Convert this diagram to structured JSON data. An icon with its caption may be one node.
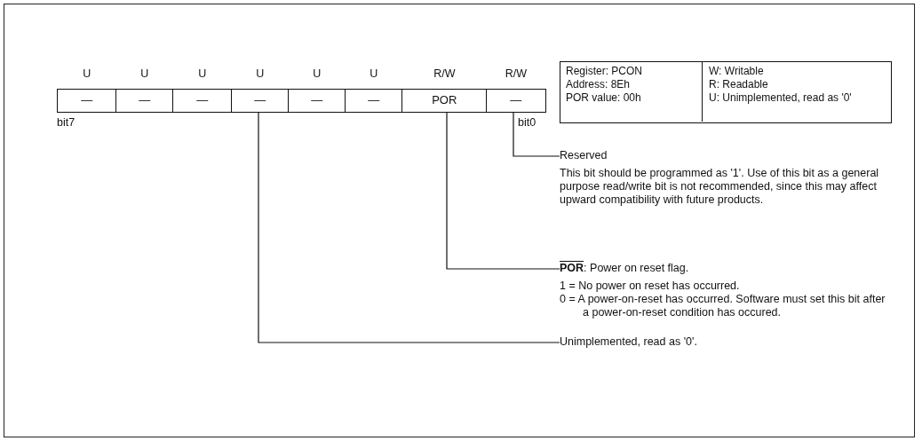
{
  "diagram": {
    "nodes": [
      {
        "text": [
          "—"
        ],
        "beside": [
          "U",
          "bit7"
        ]
      },
      {
        "text": [
          "—"
        ],
        "beside": [
          "U"
        ]
      },
      {
        "text": [
          "—"
        ],
        "beside": [
          "U"
        ]
      },
      {
        "text": [
          "—"
        ],
        "beside": [
          "U"
        ]
      },
      {
        "text": [
          "—"
        ],
        "beside": [
          "U"
        ]
      },
      {
        "text": [
          "—"
        ],
        "beside": [
          "U"
        ]
      },
      {
        "text": [
          "POR"
        ],
        "beside": [
          "R/W"
        ]
      },
      {
        "text": [
          "—"
        ],
        "beside": [
          "R/W",
          "bit0"
        ]
      },
      {
        "text": [
          "Register: PCON",
          "Address: 8Eh",
          "POR value: 00h",
          "W: Writable",
          "R: Readable",
          "U: Unimplemented, read as '0'"
        ]
      },
      {
        "text": [
          "Reserved",
          "This bit should be programmed as '1'.  Use of this bit as a general purpose read/write bit is not recommended, since this may affect upward compatibility with future products."
        ]
      },
      {
        "text": [
          "**POR**: Power on reset flag.",
          "1 = No power on reset has occurred.",
          "0 = A power-on-reset has occurred. Software must set this bit after a power-on-reset condition has occured."
        ]
      },
      {
        "text": [
          "Unimplemented, read as '0'."
        ]
      }
    ],
    "edges": [
      {
        "from": 7,
        "to": 9,
        "arrow": "none"
      },
      {
        "from": 6,
        "to": 10,
        "arrow": "none"
      },
      {
        "from": 3,
        "to": 11,
        "arrow": "none"
      }
    ]
  }
}
